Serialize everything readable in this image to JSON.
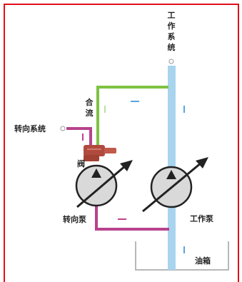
{
  "labels": {
    "work_system": "工作系统",
    "merge": "合流",
    "steering_system": "转向系统",
    "valve": "阀",
    "steering_pump": "转向泵",
    "work_pump": "工作泵",
    "oil_tank": "油箱"
  },
  "colors": {
    "border": "#e0101a",
    "work_line": "#a8d4ee",
    "merge_line": "#7dc242",
    "steering_line": "#b8428c",
    "valve": "#b14a3e",
    "flow_arrow_blue": "#5aa4e0",
    "flow_arrow_magenta": "#c2408e",
    "pump_fill": "#d9d9d9",
    "pump_stroke": "#222222",
    "tank": "#b8b8b8"
  },
  "icons": {
    "pump": "variable-displacement-pump-symbol",
    "valve": "valve-symbol",
    "port": "port-circle-icon"
  }
}
